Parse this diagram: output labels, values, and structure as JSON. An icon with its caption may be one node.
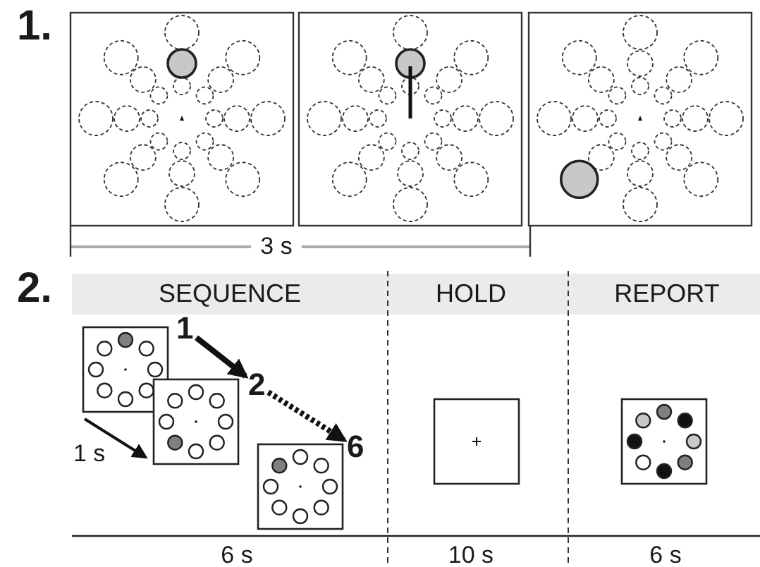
{
  "diagram": {
    "nodes": [
      {
        "text": [
          "1"
        ]
      },
      {
        "text": [
          "2"
        ]
      },
      {
        "text": [
          "6"
        ]
      }
    ],
    "edges": [
      {
        "from": 0,
        "to": 1,
        "arrow": "to"
      },
      {
        "from": 1,
        "to": 2,
        "arrow": "to",
        "style": "dashed"
      }
    ],
    "labels": [
      "1.",
      "3 s",
      "2.",
      "SEQUENCE",
      "HOLD",
      "REPORT",
      "1 s",
      "6 s",
      "10 s",
      "6 s"
    ]
  }
}
